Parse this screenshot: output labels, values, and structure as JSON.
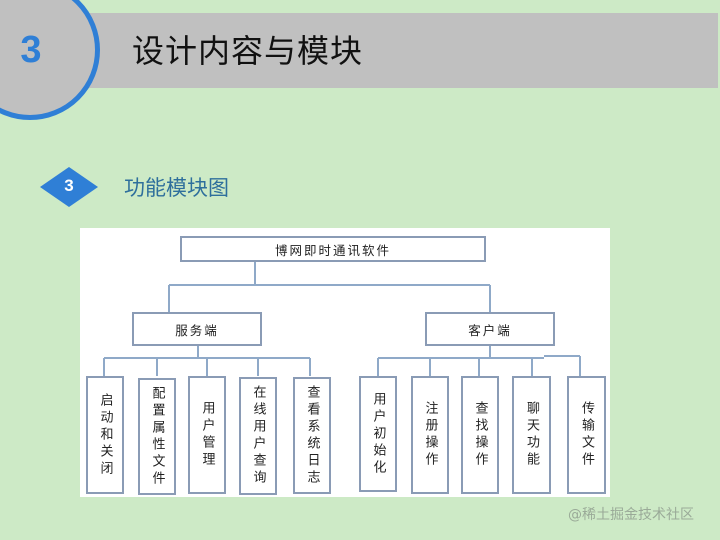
{
  "header": {
    "number": "3",
    "title": "设计内容与模块",
    "accent_color": "#2f7fd6",
    "band_color": "#c0c0c0"
  },
  "section": {
    "number": "3",
    "title": "功能模块图",
    "diamond_color": "#2f7fd6"
  },
  "diagram": {
    "root": "博网即时通讯软件",
    "server": {
      "label": "服务端",
      "children": [
        "启动和关闭",
        "配置属性文件",
        "用户管理",
        "在线用户查询",
        "查看系统日志"
      ]
    },
    "client": {
      "label": "客户端",
      "children": [
        "用户初始化",
        "注册操作",
        "查找操作",
        "聊天功能",
        "传输文件"
      ]
    }
  },
  "watermark": "@稀土掘金技术社区",
  "background_color": "#cdeac6"
}
